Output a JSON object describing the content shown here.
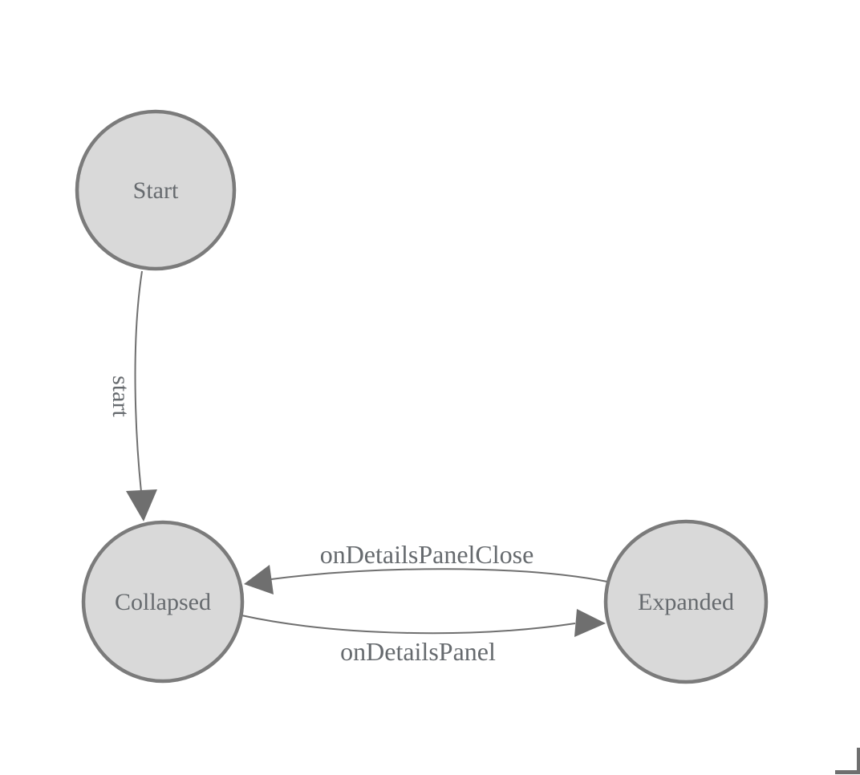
{
  "diagram": {
    "title": "state-machine-diagram",
    "background_color": "#ffffff",
    "node_fill_color": "#d9d9d9",
    "node_border_color": "#7b7b7b",
    "edge_color": "#6f6f6f",
    "arrow_color": "#6f6f6f",
    "text_color": "#666a6e",
    "corner_mark_color": "#6f6f6f",
    "nodes": [
      {
        "id": "start",
        "label": "Start"
      },
      {
        "id": "collapsed",
        "label": "Collapsed"
      },
      {
        "id": "expanded",
        "label": "Expanded"
      }
    ],
    "edges": [
      {
        "from": "Start",
        "to": "Collapsed",
        "label": "start"
      },
      {
        "from": "Expanded",
        "to": "Collapsed",
        "label": "onDetailsPanelClose"
      },
      {
        "from": "Collapsed",
        "to": "Expanded",
        "label": "onDetailsPanel"
      }
    ]
  }
}
